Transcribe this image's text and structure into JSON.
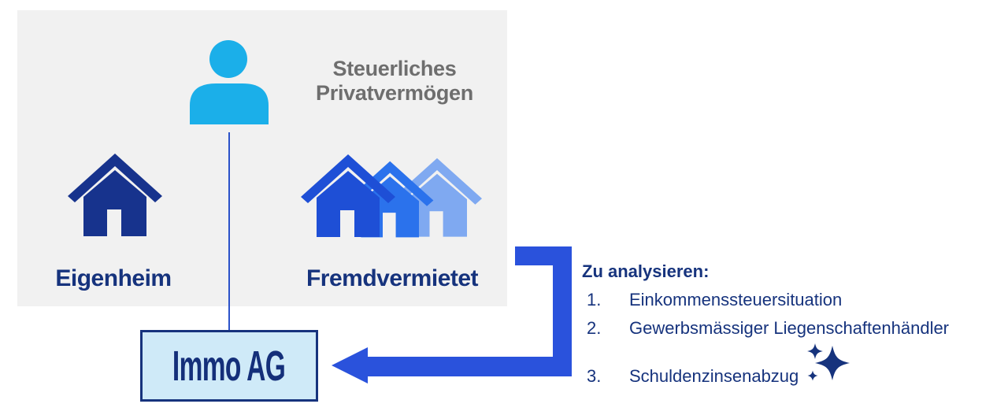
{
  "panel": {
    "title_lines": [
      "Steuerliches",
      "Privatvermögen"
    ],
    "eigenheim_label": "Eigenheim",
    "fremdvermietet_label": "Fremdvermietet"
  },
  "entity": {
    "label": "Immo AG"
  },
  "analysis": {
    "heading": "Zu analysieren:",
    "items": [
      {
        "number": "1.",
        "text": "Einkommenssteuersituation"
      },
      {
        "number": "2.",
        "text": "Gewerbsmässiger Liegenschaftenhändler"
      },
      {
        "number": "3.",
        "text": "Schuldenzinsenabzug"
      }
    ]
  },
  "icons": {
    "person": "person-icon",
    "own_home": "house-icon",
    "rented_homes": "houses-icon",
    "arrow": "elbow-arrow-icon",
    "sparkles": "sparkles-icon"
  },
  "colors": {
    "panel_bg": "#f1f1f1",
    "person_cyan": "#1bafe9",
    "house_navy": "#17338d",
    "house_front_blue": "#1e4fd6",
    "house_mid_blue": "#2b72ec",
    "house_back_blue": "#7fa9f1",
    "arrow_blue": "#2a52dc",
    "text_navy": "#16337d",
    "title_gray": "#6e6e6e",
    "immo_fill": "#cfeaf8"
  }
}
